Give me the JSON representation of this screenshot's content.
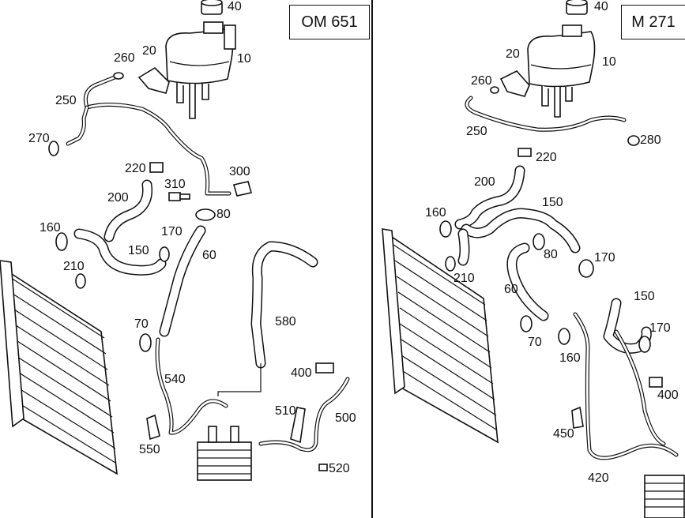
{
  "panels": [
    {
      "engine": "OM 651",
      "labels": [
        "40",
        "10",
        "20",
        "260",
        "250",
        "270",
        "220",
        "300",
        "310",
        "200",
        "80",
        "160",
        "170",
        "60",
        "150",
        "210",
        "580",
        "70",
        "400",
        "540",
        "510",
        "500",
        "550",
        "520"
      ]
    },
    {
      "engine": "M 271",
      "labels": [
        "40",
        "10",
        "20",
        "260",
        "250",
        "280",
        "220",
        "200",
        "150",
        "160",
        "80",
        "170",
        "210",
        "60",
        "70",
        "150",
        "170",
        "160",
        "400",
        "450",
        "420"
      ]
    }
  ]
}
